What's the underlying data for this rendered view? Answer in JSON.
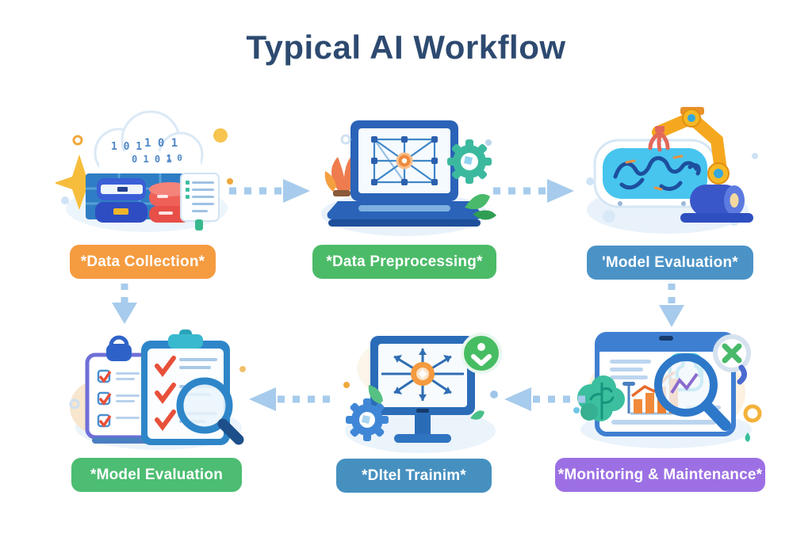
{
  "title": "Typical AI Workflow",
  "colors": {
    "title": "#2d4a70",
    "arrow": "#a6cbec"
  },
  "steps": [
    {
      "name": "data-collection",
      "label": "*Data Collection*",
      "color": "#f59b40",
      "illustration": "cloud-with-binary-and-databases"
    },
    {
      "name": "data-preprocessing",
      "label": "*Data Preprocessing*",
      "color": "#4cbb68",
      "illustration": "laptop-with-network-graph-and-gear"
    },
    {
      "name": "model-evaluation-top",
      "label": "'Model Evaluation*",
      "color": "#4b93c7",
      "illustration": "robot-arm-over-neural-tank"
    },
    {
      "name": "model-evaluation-bottom",
      "label": "*Model Evaluation",
      "color": "#4cbd72",
      "illustration": "checklists-with-magnifier"
    },
    {
      "name": "model-training",
      "label": "*Dltel Trainim*",
      "color": "#4690c0",
      "illustration": "monitor-with-radial-diagram"
    },
    {
      "name": "monitoring-maintenance",
      "label": "*Monitoring & Maintenance*",
      "color": "#9c70e4",
      "illustration": "dashboard-with-brain-and-magnifier"
    }
  ],
  "arrows": [
    {
      "direction": "right",
      "from": "Data Collection",
      "to": "Data Preprocessing"
    },
    {
      "direction": "right",
      "from": "Data Preprocessing",
      "to": "Model Evaluation (top)"
    },
    {
      "direction": "down",
      "from": "Data Collection",
      "to": "Model Evaluation (bottom)"
    },
    {
      "direction": "down",
      "from": "Model Evaluation (top)",
      "to": "Monitoring & Maintenance"
    },
    {
      "direction": "left",
      "from": "Dltel Trainim",
      "to": "Model Evaluation (bottom)"
    },
    {
      "direction": "left",
      "from": "Monitoring & Maintenance",
      "to": "Dltel Trainim"
    }
  ]
}
